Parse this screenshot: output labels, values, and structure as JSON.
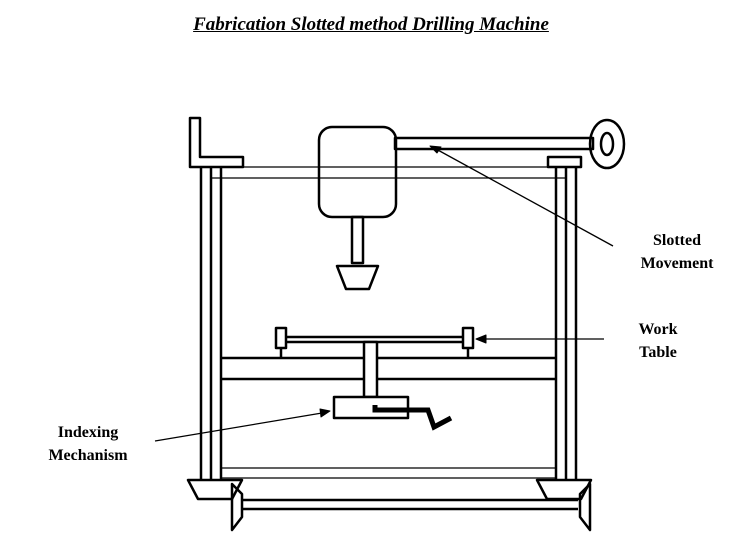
{
  "title": "Fabrication Slotted method Drilling Machine",
  "labels": {
    "slotted_line1": "Slotted",
    "slotted_line2": "Movement",
    "work_line1": "Work",
    "work_line2": "Table",
    "indexing_line1": "Indexing",
    "indexing_line2": "Mechanism"
  }
}
